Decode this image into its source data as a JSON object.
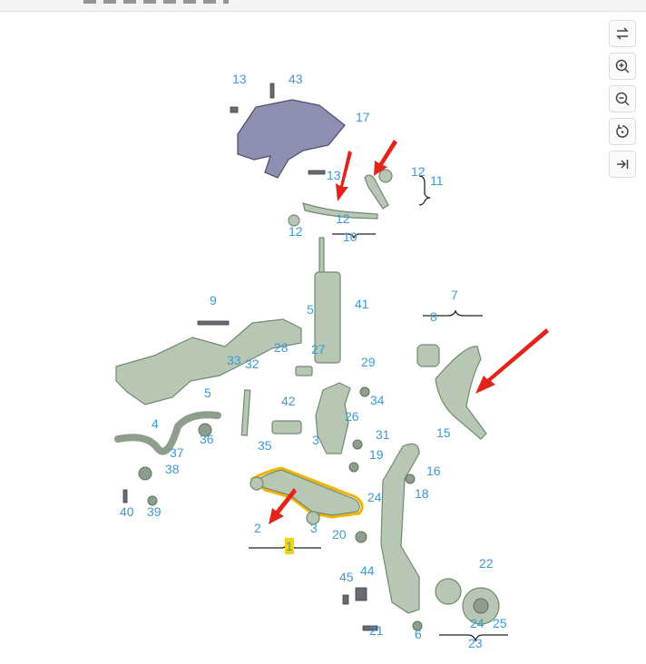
{
  "toolbar": [
    {
      "name": "swap-icon"
    },
    {
      "name": "zoom-in-icon"
    },
    {
      "name": "zoom-out-icon"
    },
    {
      "name": "reset-icon"
    },
    {
      "name": "collapse-icon"
    }
  ],
  "callouts": {
    "c13a": "13",
    "c43": "43",
    "c17": "17",
    "c13b": "13",
    "c12a": "12",
    "c11": "11",
    "c12b": "12",
    "c12c": "12",
    "c10": "10",
    "c5a": "5",
    "c41": "41",
    "c9": "9",
    "c7": "7",
    "c8": "8",
    "c28": "28",
    "c27": "27",
    "c33": "33",
    "c32": "32",
    "c29": "29",
    "c5b": "5",
    "c26": "26",
    "c34": "34",
    "c42": "42",
    "c4": "4",
    "c36": "36",
    "c35": "35",
    "c3a": "3",
    "c31": "31",
    "c15": "15",
    "c37": "37",
    "c19": "19",
    "c38": "38",
    "c16": "16",
    "c18": "18",
    "c24a": "24",
    "c2": "2",
    "c3b": "3",
    "c40": "40",
    "c39": "39",
    "c20": "20",
    "c1": "1",
    "c22": "22",
    "c45": "45",
    "c44": "44",
    "c24b": "24",
    "c25": "25",
    "c21": "21",
    "c6": "6",
    "c23": "23"
  }
}
